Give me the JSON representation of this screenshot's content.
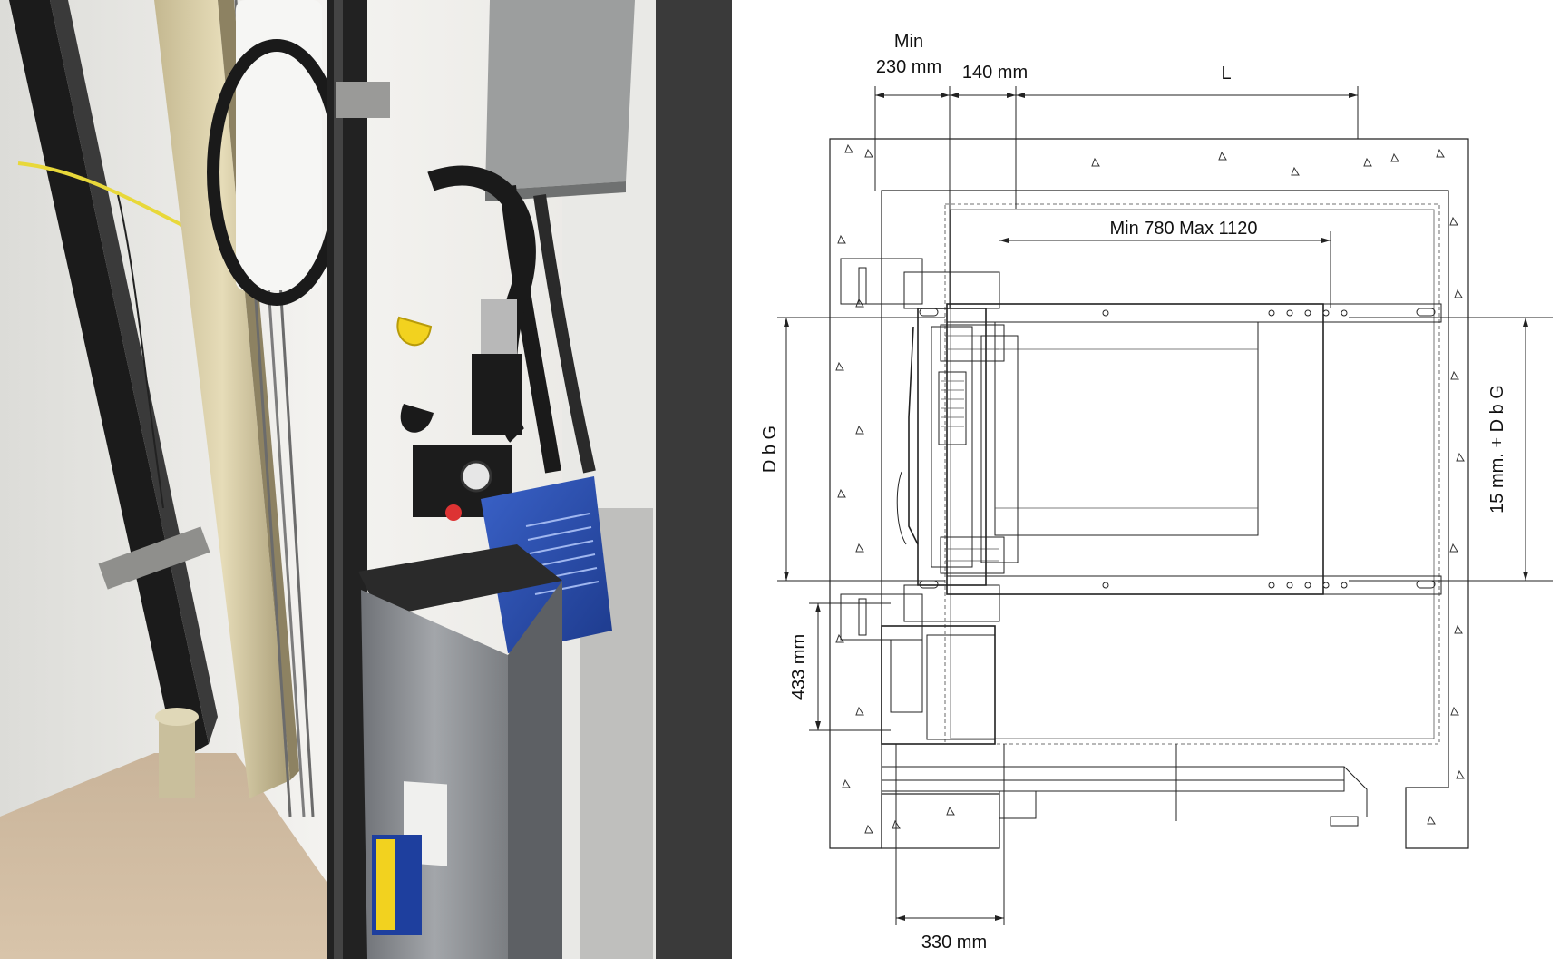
{
  "photo": {
    "description_label": ""
  },
  "drawing": {
    "dim_min_label": "Min",
    "dim_min_value": "230 mm",
    "dim_140": "140 mm",
    "dim_L": "L",
    "dim_rail_span": "Min 780  Max 1120",
    "dim_dbg_left": "D b G",
    "dim_dbg_right": "15 mm. + D b G",
    "dim_433": "433 mm",
    "dim_330": "330 mm"
  },
  "colors": {
    "divider": "#3a3a3a",
    "line": "#222222",
    "motor_cover": "#2b4fb0",
    "cabinet": "#8c8f93"
  }
}
